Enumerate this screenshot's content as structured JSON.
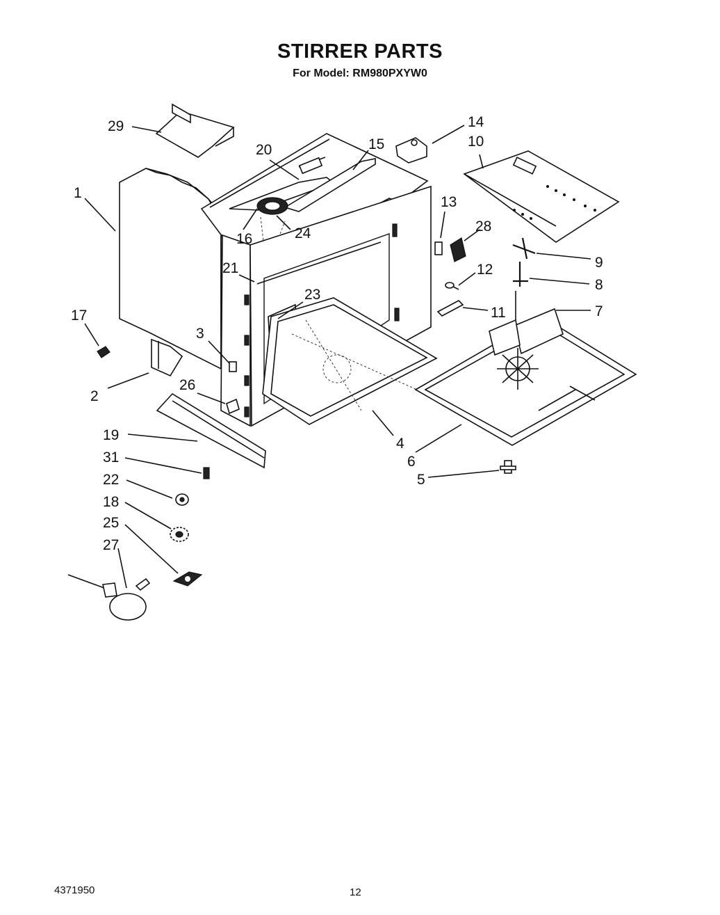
{
  "header": {
    "title": "STIRRER PARTS",
    "subtitle": "For Model: RM980PXYW0"
  },
  "footer": {
    "doc_number": "4371950",
    "page_number": "12"
  },
  "callouts": {
    "c1": "1",
    "c2": "2",
    "c3": "3",
    "c4": "4",
    "c5": "5",
    "c6": "6",
    "c7": "7",
    "c8": "8",
    "c9": "9",
    "c10": "10",
    "c11": "11",
    "c12": "12",
    "c13": "13",
    "c14": "14",
    "c15": "15",
    "c16": "16",
    "c17": "17",
    "c18": "18",
    "c19": "19",
    "c20": "20",
    "c21": "21",
    "c22": "22",
    "c23": "23",
    "c24": "24",
    "c25": "25",
    "c26": "26",
    "c27": "27",
    "c28": "28",
    "c29": "29",
    "c31": "31"
  }
}
